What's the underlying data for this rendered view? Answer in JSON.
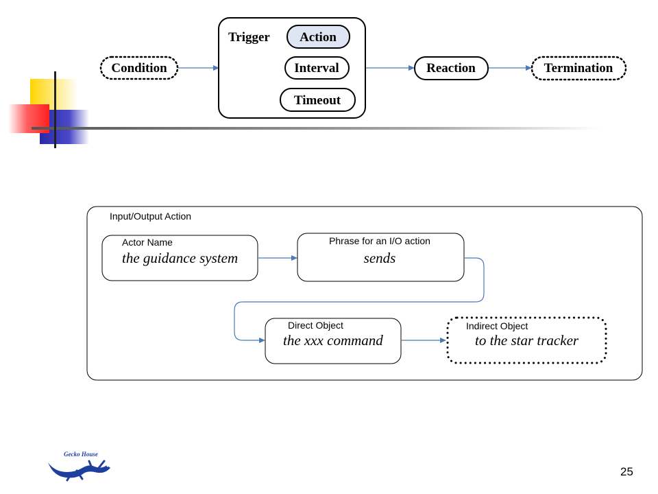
{
  "top_diagram": {
    "condition": "Condition",
    "trigger": "Trigger",
    "action": "Action",
    "interval": "Interval",
    "timeout": "Timeout",
    "reaction": "Reaction",
    "termination": "Termination"
  },
  "io_diagram": {
    "title": "Input/Output Action",
    "actor": {
      "label": "Actor Name",
      "value": "the guidance system"
    },
    "phrase": {
      "label": "Phrase for an I/O action",
      "value": "sends"
    },
    "direct": {
      "label": "Direct Object",
      "value": "the xxx command"
    },
    "indirect": {
      "label": "Indirect Object",
      "value": "to the star tracker"
    }
  },
  "footer": {
    "logo_text": "Gecko House",
    "page_number": "25"
  },
  "colors": {
    "arrow": "#4a7ab8",
    "action_fill": "#dde6f2",
    "deco_yellow": "#ffd400",
    "deco_red": "#ff4040",
    "deco_blue": "#2a2aa8",
    "logo_blue": "#1f3f9f"
  }
}
